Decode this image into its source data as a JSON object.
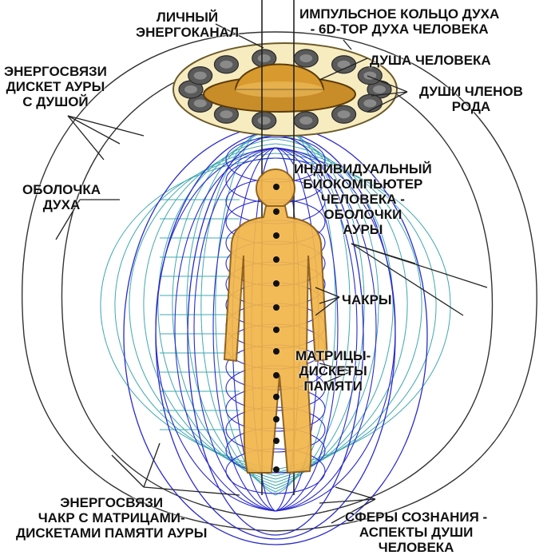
{
  "colors": {
    "body_fill": "#f2b64a",
    "body_stroke": "#8a5a10",
    "halo_fill": "#f7ecc0",
    "halo_stroke": "#6b5a2a",
    "soul_fill": "#d89a2e",
    "disk_fill": "#5a5a5a",
    "aura_blue": "#2a2acc",
    "aura_cyan": "#3fa8b0",
    "line_dark": "#222222",
    "chakra": "#111111"
  },
  "labels": {
    "personal_channel": [
      "ЛИЧНЫЙ",
      "ЭНЕРГОКАНАЛ"
    ],
    "impulse_ring": [
      "ИМПУЛЬСНОЕ КОЛЬЦО ДУХА",
      "- 6D-ТОР ДУХА ЧЕЛОВЕКА"
    ],
    "soul": [
      "ДУША  ЧЕЛОВЕКА"
    ],
    "clan_souls": [
      "ДУШИ  ЧЛЕНОВ",
      "РОДА"
    ],
    "aura_links": [
      "ЭНЕРГОСВЯЗИ",
      "ДИСКЕТ АУРЫ",
      "С ДУШОЙ"
    ],
    "spirit_shell": [
      "ОБОЛОЧКА",
      "ДУХА"
    ],
    "biocomputer": [
      "ИНДИВИДУАЛЬНЫЙ",
      "БИОКОМПЬЮТЕР",
      "ЧЕЛОВЕКА -",
      "ОБОЛОЧКИ",
      "АУРЫ"
    ],
    "chakras": [
      "ЧАКРЫ"
    ],
    "matrices": [
      "МАТРИЦЫ-",
      "ДИСКЕТЫ",
      "ПАМЯТИ"
    ],
    "chakra_links": [
      "ЭНЕРГОСВЯЗИ",
      "ЧАКР  С МАТРИЦАМИ-",
      "ДИСКЕТАМИ ПАМЯТИ АУРЫ"
    ],
    "spheres": [
      "СФЕРЫ СОЗНАНИЯ -",
      "АСПЕКТЫ ДУШИ",
      "ЧЕЛОВЕКА"
    ]
  }
}
